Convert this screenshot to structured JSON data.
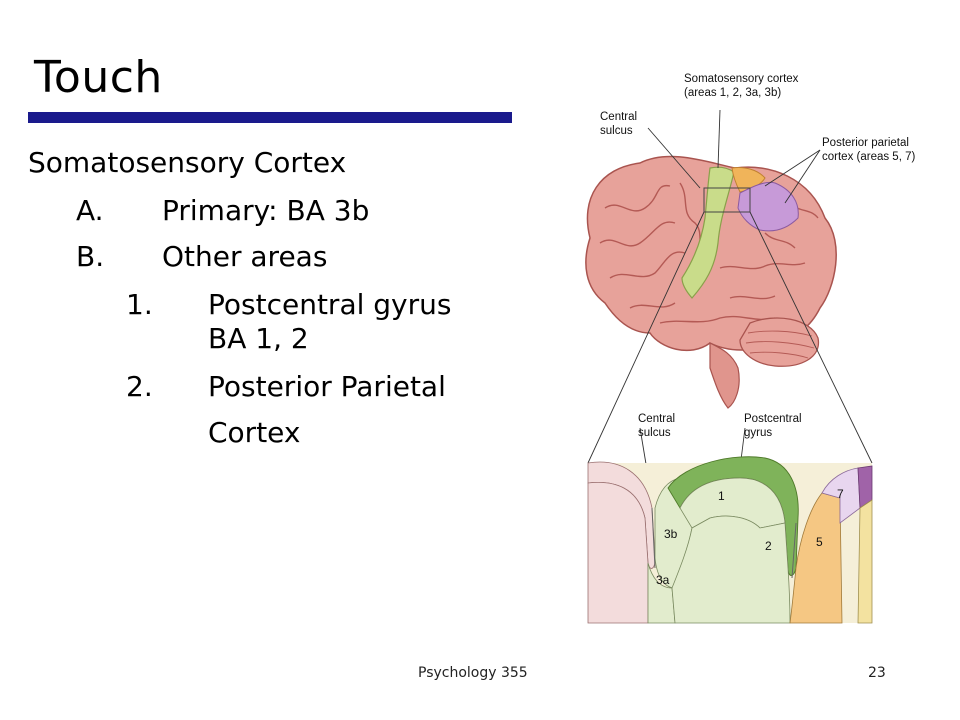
{
  "slide": {
    "title": "Touch",
    "heading": "Somatosensory Cortex",
    "items": [
      {
        "marker": "A.",
        "text": "Primary: BA 3b"
      },
      {
        "marker": "B.",
        "text": "Other areas"
      }
    ],
    "subitems": [
      {
        "marker": "1.",
        "line1": "Postcentral gyrus",
        "line2": "BA 1, 2"
      },
      {
        "marker": "2.",
        "line1": "Posterior Parietal",
        "line2": "Cortex"
      }
    ]
  },
  "figure": {
    "labels": {
      "somatosensory_line1": "Somatosensory cortex",
      "somatosensory_line2": "(areas 1, 2, 3a, 3b)",
      "central_sulcus_top_line1": "Central",
      "central_sulcus_top_line2": "sulcus",
      "posterior_parietal_line1": "Posterior parietal",
      "posterior_parietal_line2": "cortex (areas 5, 7)",
      "central_sulcus_bottom_line1": "Central",
      "central_sulcus_bottom_line2": "sulcus",
      "postcentral_gyrus_line1": "Postcentral",
      "postcentral_gyrus_line2": "gyrus"
    },
    "areas": {
      "a1": "1",
      "a2": "2",
      "a3a": "3a",
      "a3b": "3b",
      "a5": "5",
      "a7": "7"
    },
    "colors": {
      "brain": "#e7a29a",
      "brain_fold": "#b45a55",
      "primary_green": "#c9dc8a",
      "area_orange": "#f0b45a",
      "area_purple": "#c79ad8",
      "section_green": "#7fb35a",
      "section_light_green": "#e2eccd",
      "section_pink": "#f3dcdc",
      "section_peach": "#f5c783",
      "section_lavender": "#e8d6ef",
      "section_yellow": "#f3e2a0",
      "section_bg": "#f5efd8",
      "title_bar": "#1a1a8c"
    }
  },
  "footer": {
    "course": "Psychology 355",
    "page": "23"
  }
}
